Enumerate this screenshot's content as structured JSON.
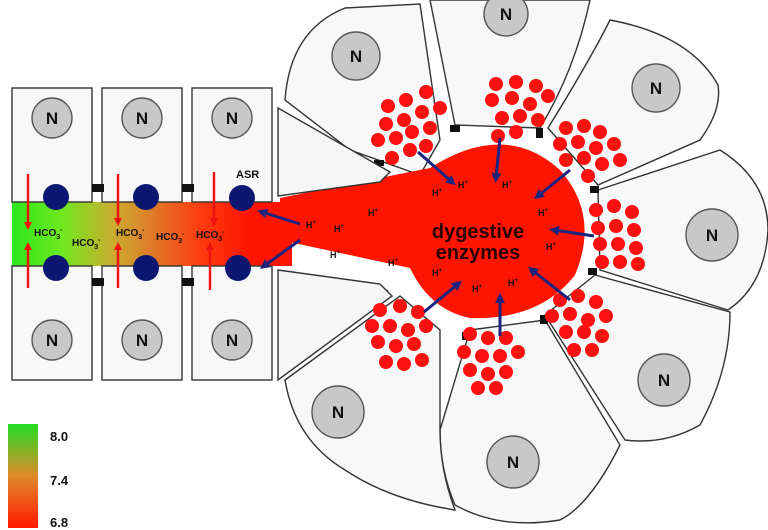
{
  "labels": {
    "nucleus": "N",
    "bicarbonate": "HCO",
    "bicarbonate_sub": "3",
    "bicarbonate_charge": "-",
    "proton": "H",
    "proton_charge": "+",
    "asr": "ASR",
    "enzymes_line1": "dygestive",
    "enzymes_line2": "enzymes"
  },
  "ph_scale": {
    "ticks": [
      "8.0",
      "7.4",
      "6.8"
    ],
    "colors": [
      "#22dd22",
      "#e08a2a",
      "#ff1a00"
    ]
  },
  "colors": {
    "duct_alkaline": "#33ee22",
    "duct_mid": "#c8a030",
    "lumen_acidic": "#ff1400",
    "transporter": "#0a1670",
    "arrow_flux": "#ee1111",
    "arrow_proton": "#1a237e",
    "granule": "#ff1010",
    "nucleus": "#c8c8c8",
    "cell_outline": "#333333",
    "tight_junction": "#111111"
  }
}
